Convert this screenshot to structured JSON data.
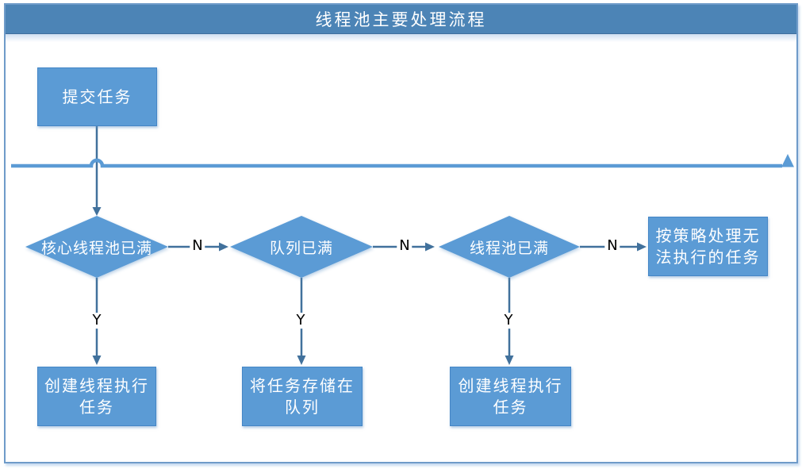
{
  "title": "线程池主要处理流程",
  "nodes": {
    "submit": {
      "label": "提交任务",
      "type": "process"
    },
    "core_full": {
      "label": "核心线程池已满",
      "type": "decision"
    },
    "queue_full": {
      "label": "队列已满",
      "type": "decision"
    },
    "pool_full": {
      "label": "线程池已满",
      "type": "decision"
    },
    "reject_policy": {
      "label": "按策略处理无法执行的任务",
      "type": "process"
    },
    "create_thread_1": {
      "label": "创建线程执行任务",
      "type": "process"
    },
    "store_in_queue": {
      "label": "将任务存储在队列",
      "type": "process"
    },
    "create_thread_2": {
      "label": "创建线程执行任务",
      "type": "process"
    }
  },
  "edge_labels": {
    "no": "N",
    "yes": "Y"
  },
  "colors": {
    "node_fill": "#5B9BD5",
    "node_border": "#4586C6",
    "node_text": "#FFFFFF",
    "connector": "#41719C",
    "divider": "#5B9BD5",
    "header_fill": "#4C84B6",
    "frame_border": "#6F9BC9",
    "edge_label_text": "#000000"
  }
}
